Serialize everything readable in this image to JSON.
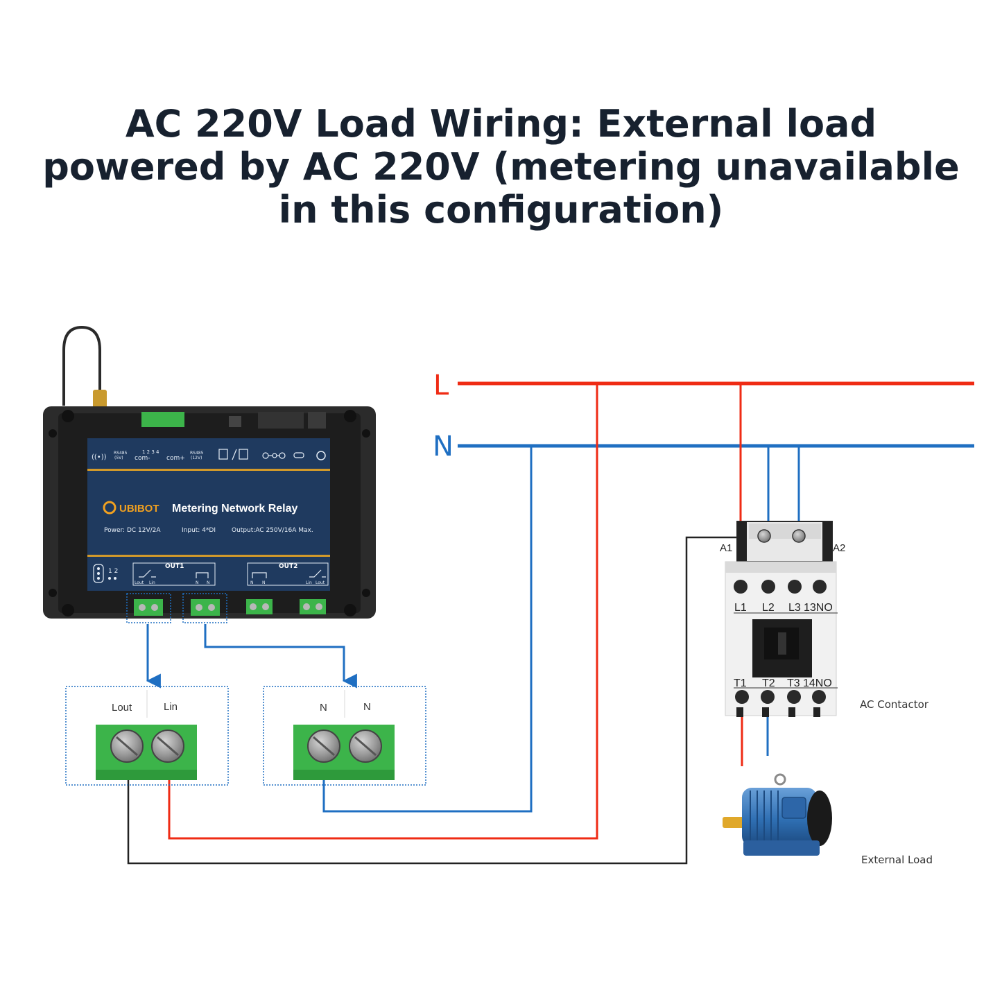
{
  "title": "AC 220V Load Wiring: External load powered by AC 220V (metering unavailable in this configuration)",
  "lines": {
    "live": "L",
    "neutral": "N"
  },
  "colors": {
    "live": "#ef2b14",
    "neutral": "#1f6fc2",
    "wire": "#222222",
    "terminal": "#3cb44a",
    "relay_body": "#1f3a5f"
  },
  "device": {
    "brand": "UBIBOT",
    "product": "Metering Network Relay",
    "spec_power": "Power:  DC 12V/2A",
    "spec_input": "Input:  4*DI",
    "spec_output": "Output:AC 250V/16A Max.",
    "rs485_5v": "RS485",
    "rs485_5v_sub": "(5V)",
    "com_minus": "com-",
    "di_numbers": "1 2 3 4",
    "com_plus": "com+",
    "rs485_12v": "RS485",
    "rs485_12v_sub": "(12V)",
    "out1": "OUT1",
    "out2": "OUT2",
    "led_nums": "1 2",
    "out1_lout": "Lout",
    "out1_lin": "Lin",
    "out1_n1": "N",
    "out1_n2": "N",
    "out2_n1": "N",
    "out2_n2": "N",
    "out2_lin": "Lin",
    "out2_lout": "Lout"
  },
  "terminal_lin": {
    "left": "Lout",
    "right": "Lin"
  },
  "terminal_n": {
    "left": "N",
    "right": "N"
  },
  "contactor": {
    "a1": "A1",
    "a2": "A2",
    "top_labels": [
      "L1",
      "L2",
      "L3",
      "13NO"
    ],
    "bottom_labels": [
      "T1",
      "T2",
      "T3",
      "14NO"
    ],
    "caption": "AC Contactor"
  },
  "load": {
    "caption": "External Load"
  }
}
